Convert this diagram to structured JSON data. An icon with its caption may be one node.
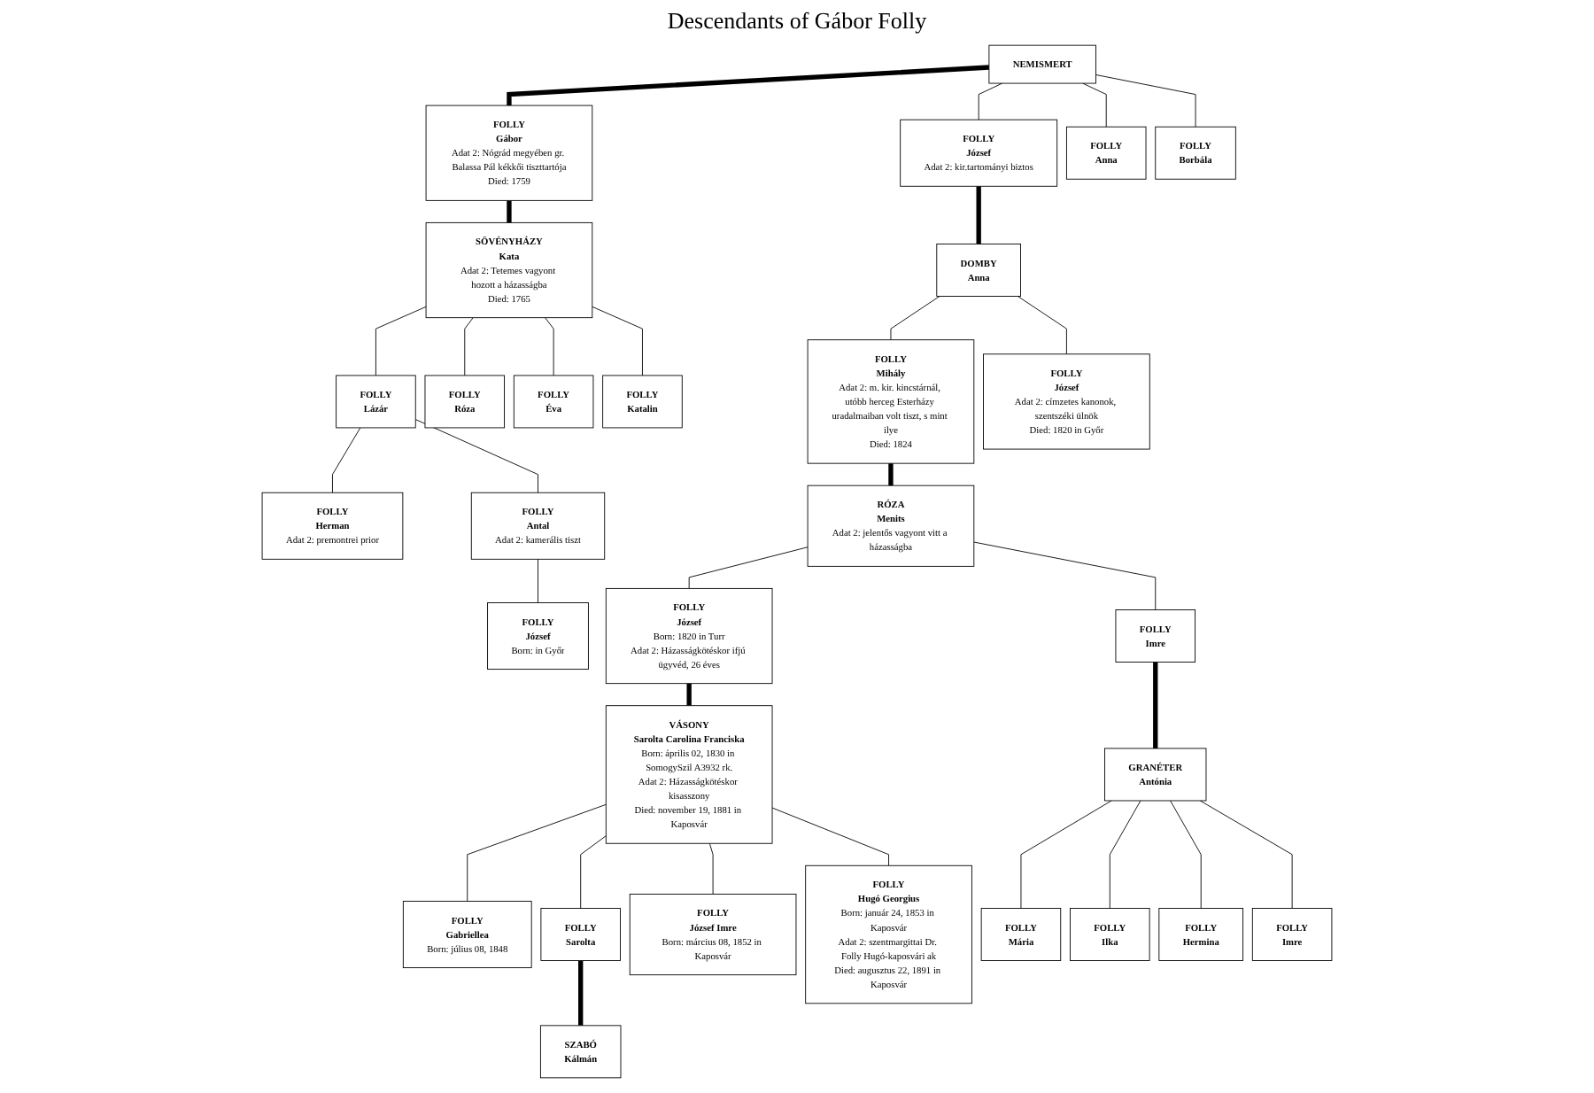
{
  "diagram": {
    "title": "Descendants of Gábor Folly",
    "nodes": [
      {
        "text": [
          "NEMISMERT"
        ]
      },
      {
        "text": [
          "FOLLY",
          "Gábor",
          "Adat 2: Nógrád megyében gr. Balassa Pál kékkői tiszttartója",
          "Died: 1759"
        ]
      },
      {
        "text": [
          "SÖVÉNYHÁZY",
          "Kata",
          "Adat 2: Tetemes vagyont hozott a házasságba",
          "Died: 1765"
        ]
      },
      {
        "text": [
          "FOLLY",
          "József",
          "Adat 2: kir.tartományi biztos"
        ]
      },
      {
        "text": [
          "DOMBY",
          "Anna"
        ]
      },
      {
        "text": [
          "FOLLY",
          "Anna"
        ]
      },
      {
        "text": [
          "FOLLY",
          "Borbála"
        ]
      },
      {
        "text": [
          "FOLLY",
          "Lázár"
        ]
      },
      {
        "text": [
          "FOLLY",
          "Róza"
        ]
      },
      {
        "text": [
          "FOLLY",
          "Éva"
        ]
      },
      {
        "text": [
          "FOLLY",
          "Katalin"
        ]
      },
      {
        "text": [
          "FOLLY",
          "Mihály",
          "Adat 2: m. kir. kincstárnál, utóbb herceg Esterházy uradalmaiban volt tiszt, s mint ilye",
          "Died: 1824"
        ]
      },
      {
        "text": [
          "RÓZA",
          "Menits",
          "Adat 2: jelentős vagyont vitt a házasságba"
        ]
      },
      {
        "text": [
          "FOLLY",
          "József",
          "Adat 2: címzetes kanonok, szentszéki ülnök",
          "Died: 1820 in Győr"
        ]
      },
      {
        "text": [
          "FOLLY",
          "Herman",
          "Adat 2: premontrei prior"
        ]
      },
      {
        "text": [
          "FOLLY",
          "Antal",
          "Adat 2: kamerális tiszt"
        ]
      },
      {
        "text": [
          "FOLLY",
          "József",
          "Born: 1820 in Turr",
          "Adat 2: Házasságkötéskor ifjú ügyvéd, 26 éves"
        ]
      },
      {
        "text": [
          "VÁSONY",
          "Sarolta Carolina Franciska",
          "Born: április 02, 1830 in SomogySzil A3932 rk.",
          "Adat 2: Házasságkötéskor kisasszony",
          "Died: november 19, 1881 in Kaposvár"
        ]
      },
      {
        "text": [
          "FOLLY",
          "Imre"
        ]
      },
      {
        "text": [
          "GRANÉTER",
          "Antónia"
        ]
      },
      {
        "text": [
          "FOLLY",
          "József",
          "Born: in Győr"
        ]
      },
      {
        "text": [
          "FOLLY",
          "Gabriellea",
          "Born: július 08, 1848"
        ]
      },
      {
        "text": [
          "FOLLY",
          "Sarolta"
        ]
      },
      {
        "text": [
          "SZABÓ",
          "Kálmán"
        ]
      },
      {
        "text": [
          "FOLLY",
          "József Imre",
          "Born: március 08, 1852 in Kaposvár"
        ]
      },
      {
        "text": [
          "FOLLY",
          "Hugó Georgius",
          "Born: január 24, 1853 in Kaposvár",
          "Adat 2: szentmargittai Dr. Folly Hugó-kaposvári ak",
          "Died: augusztus 22, 1891 in Kaposvár"
        ]
      },
      {
        "text": [
          "FOLLY",
          "Mária"
        ]
      },
      {
        "text": [
          "FOLLY",
          "Ilka"
        ]
      },
      {
        "text": [
          "FOLLY",
          "Hermina"
        ]
      },
      {
        "text": [
          "FOLLY",
          "Imre"
        ]
      }
    ],
    "edges": [
      {
        "from": 0,
        "to": 1,
        "arrow": "none",
        "style": "thick"
      },
      {
        "from": 1,
        "to": 2,
        "arrow": "none",
        "style": "thick"
      },
      {
        "from": 0,
        "to": 3,
        "arrow": "none"
      },
      {
        "from": 0,
        "to": 5,
        "arrow": "none"
      },
      {
        "from": 0,
        "to": 6,
        "arrow": "none"
      },
      {
        "from": 2,
        "to": 7,
        "arrow": "none"
      },
      {
        "from": 2,
        "to": 8,
        "arrow": "none"
      },
      {
        "from": 2,
        "to": 9,
        "arrow": "none"
      },
      {
        "from": 2,
        "to": 10,
        "arrow": "none"
      },
      {
        "from": 3,
        "to": 4,
        "arrow": "none",
        "style": "thick"
      },
      {
        "from": 4,
        "to": 11,
        "arrow": "none"
      },
      {
        "from": 4,
        "to": 13,
        "arrow": "none"
      },
      {
        "from": 11,
        "to": 12,
        "arrow": "none",
        "style": "thick"
      },
      {
        "from": 7,
        "to": 14,
        "arrow": "none"
      },
      {
        "from": 7,
        "to": 15,
        "arrow": "none"
      },
      {
        "from": 12,
        "to": 16,
        "arrow": "none"
      },
      {
        "from": 12,
        "to": 18,
        "arrow": "none"
      },
      {
        "from": 15,
        "to": 20,
        "arrow": "none"
      },
      {
        "from": 16,
        "to": 17,
        "arrow": "none",
        "style": "thick"
      },
      {
        "from": 18,
        "to": 19,
        "arrow": "none",
        "style": "thick"
      },
      {
        "from": 17,
        "to": 21,
        "arrow": "none"
      },
      {
        "from": 17,
        "to": 22,
        "arrow": "none"
      },
      {
        "from": 17,
        "to": 24,
        "arrow": "none"
      },
      {
        "from": 17,
        "to": 25,
        "arrow": "none"
      },
      {
        "from": 22,
        "to": 23,
        "arrow": "none",
        "style": "thick"
      },
      {
        "from": 19,
        "to": 26,
        "arrow": "none"
      },
      {
        "from": 19,
        "to": 27,
        "arrow": "none"
      },
      {
        "from": 19,
        "to": 28,
        "arrow": "none"
      },
      {
        "from": 19,
        "to": 29,
        "arrow": "none"
      }
    ]
  }
}
